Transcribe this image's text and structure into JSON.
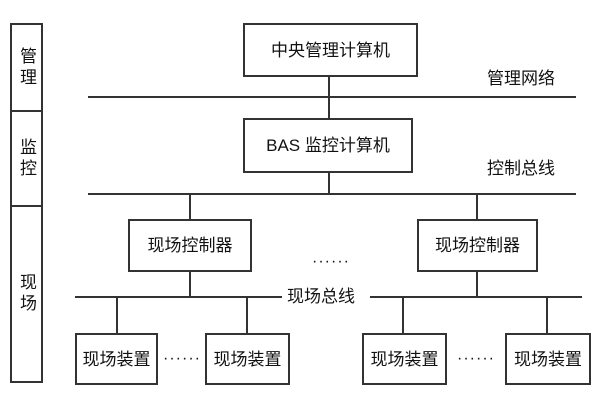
{
  "sidebar": {
    "levels": [
      {
        "label": "管理"
      },
      {
        "label": "监控"
      },
      {
        "label": "现场"
      }
    ]
  },
  "nodes": {
    "central_computer": "中央管理计算机",
    "bas_computer": "BAS 监控计算机",
    "field_controller_left": "现场控制器",
    "field_controller_right": "现场控制器",
    "field_device_1": "现场装置",
    "field_device_2": "现场装置",
    "field_device_3": "现场装置",
    "field_device_4": "现场装置"
  },
  "bus_labels": {
    "management_network": "管理网络",
    "control_bus": "控制总线",
    "field_bus": "现场总线"
  },
  "ellipsis": {
    "controllers": "······",
    "devices_left": "······",
    "devices_right": "······"
  }
}
